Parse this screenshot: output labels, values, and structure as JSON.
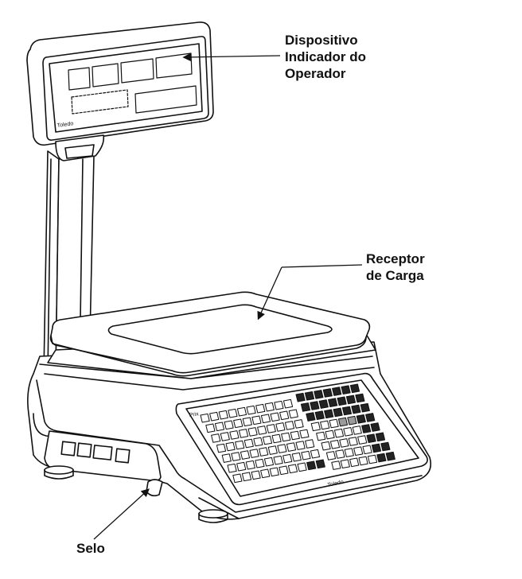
{
  "labels": {
    "display": {
      "line1": "Dispositivo",
      "line2": "Indicador do",
      "line3": "Operador"
    },
    "platter": {
      "line1": "Receptor",
      "line2": "de Carga"
    },
    "seal": "Selo"
  },
  "markings": {
    "brand": "Toledo",
    "model": "Prix"
  },
  "colors": {
    "line": "#111111",
    "background": "#ffffff",
    "dark_key": "#222222",
    "grey_key": "#9a9a9a"
  }
}
